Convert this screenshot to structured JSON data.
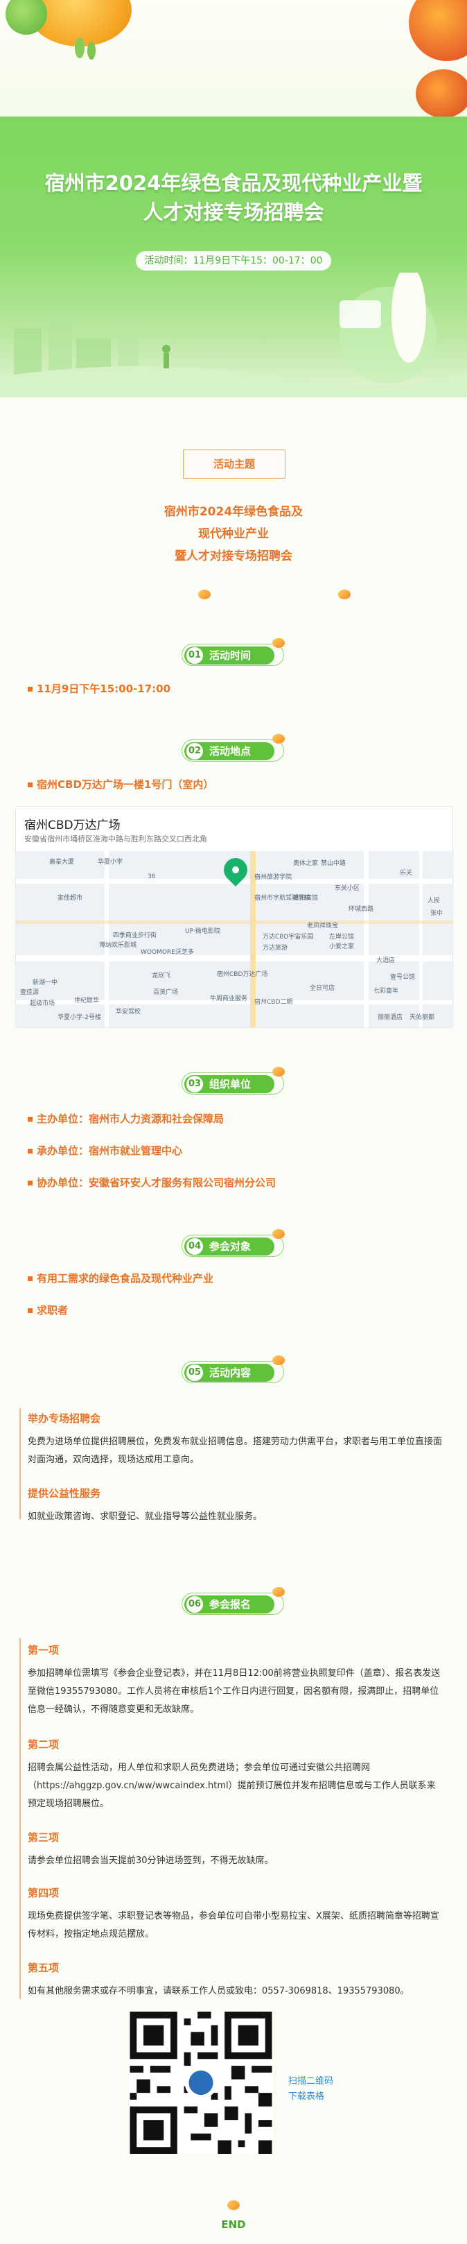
{
  "banner": {
    "title_line1": "宿州市2024年绿色食品及现代种业产业暨",
    "title_line2": "人才对接专场招聘会",
    "time": "活动时间：11月9日下午15：00-17：00"
  },
  "theme": {
    "label": "活动主题",
    "lines": [
      "宿州市2024年绿色食品及",
      "现代种业产业",
      "暨人才对接专场招聘会"
    ]
  },
  "sections": {
    "time": {
      "num": "01",
      "label": "活动时间",
      "value": "11月9日下午15:00-17:00"
    },
    "place": {
      "num": "02",
      "label": "活动地点",
      "value": "宿州CBD万达广场一楼1号门（室内）"
    },
    "org": {
      "num": "03",
      "label": "组织单位",
      "items": [
        "主办单位：宿州市人力资源和社会保障局",
        "承办单位：宿州市就业管理中心",
        "协办单位：安徽省环安人才服务有限公司宿州分公司"
      ]
    },
    "target": {
      "num": "04",
      "label": "参会对象",
      "items": [
        "有用工需求的绿色食品及现代种业产业",
        "求职者"
      ]
    },
    "content": {
      "num": "05",
      "label": "活动内容",
      "blocks": [
        {
          "title": "举办专场招聘会",
          "text": "免费为进场单位提供招聘展位，免费发布就业招聘信息。搭建劳动力供需平台，求职者与用工单位直接面对面沟通，双向选择，现场达成用工意向。"
        },
        {
          "title": "提供公益性服务",
          "text": "如就业政策咨询、求职登记、就业指导等公益性就业服务。"
        }
      ]
    },
    "signup": {
      "num": "06",
      "label": "参会报名",
      "blocks": [
        {
          "title": "第一项",
          "text": "参加招聘单位需填写《参会企业登记表》，并在11月8日12:00前将营业执照复印件（盖章）、报名表发送至微信19355793080。工作人员将在审核后1个工作日内进行回复，因名额有限，报满即止，招聘单位信息一经确认，不得随意变更和无故缺席。"
        },
        {
          "title": "第二项",
          "text": "招聘会属公益性活动，用人单位和求职人员免费进场；参会单位可通过安徽公共招聘网（https://ahggzp.gov.cn/ww/wwcaindex.html）提前预订展位并发布招聘信息或与工作人员联系来预定现场招聘展位。"
        },
        {
          "title": "第三项",
          "text": "请参会单位招聘会当天提前30分钟进场签到，不得无故缺席。"
        },
        {
          "title": "第四项",
          "text": "现场免费提供签字笔、求职登记表等物品，参会单位可自带小型易拉宝、X展架、纸质招聘简章等招聘宣传材料，按指定地点规范摆放。"
        },
        {
          "title": "第五项",
          "text": "如有其他服务需求或存不明事宜，请联系工作人员或致电：0557-3069818、19355793080。"
        }
      ]
    }
  },
  "map": {
    "name": "宿州CBD万达广场",
    "address": "安徽省宿州市埇桥区淮海中路与胜利东路交叉口西北角",
    "labels": [
      "嘉泰大厦",
      "华夏小学",
      "家佳超市",
      "四季商业步行街",
      "博纳欢乐影城",
      "WOOMORE沃芝多",
      "UP·微电影院",
      "宿州CBD万达广场",
      "宿州旅游学院",
      "牛周商业服务",
      "百货广场",
      "壹佳源",
      "世纪联华",
      "华安驾校",
      "龙欣飞",
      "新湖一中",
      "华夏小学-2号楼",
      "超级市场",
      "宿州市宇航驾驶学校",
      "睢阳宾馆",
      "万达CBD宇宙乐园",
      "万达旅游",
      "左岸公馆",
      "全日可店",
      "奥体之家",
      "七彩童年",
      "天佑丽都",
      "丽丽酒店",
      "禁山中路",
      "小爱之家",
      "老凤祥珠宝",
      "宿州CBD二期",
      "东关小区",
      "壹号公馆",
      "大酒店",
      "乐天",
      "环城西路",
      "人民",
      "张中"
    ],
    "extra": "36"
  },
  "qr": {
    "caption1": "扫描二维码",
    "caption2": "下载表格"
  },
  "end": "END"
}
